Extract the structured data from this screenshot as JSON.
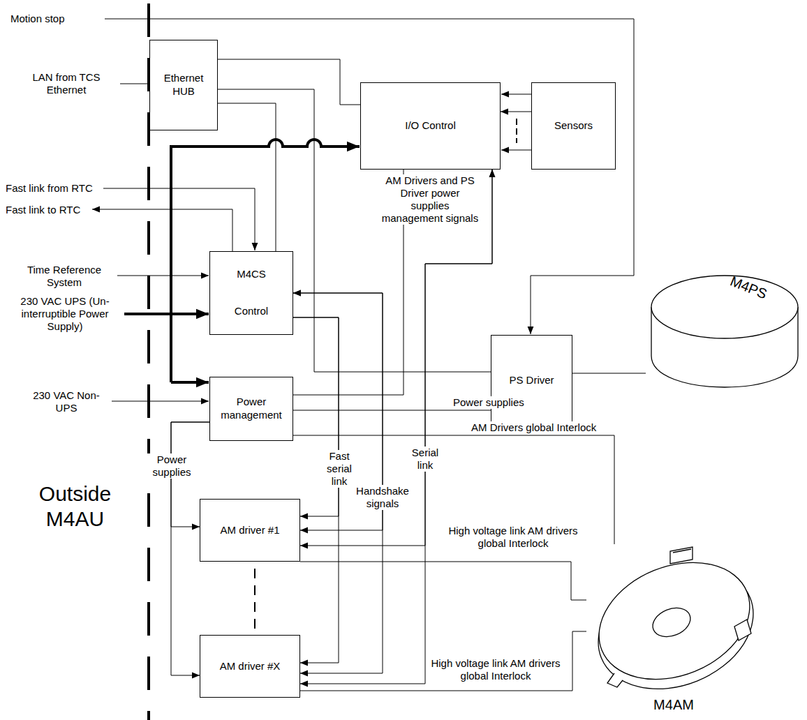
{
  "diagram": {
    "nodes": [
      {
        "text": [
          "Ethernet HUB"
        ]
      },
      {
        "text": [
          "I/O Control"
        ]
      },
      {
        "text": [
          "Sensors"
        ]
      },
      {
        "text": [
          "M4CS",
          "Control"
        ]
      },
      {
        "text": [
          "Power management"
        ]
      },
      {
        "text": [
          "PS Driver"
        ]
      },
      {
        "text": [
          "M4PS"
        ]
      },
      {
        "text": [
          "AM driver #1"
        ]
      },
      {
        "text": [
          "AM driver #X"
        ]
      },
      {
        "text": [
          "M4AM"
        ]
      }
    ],
    "edges": [
      {
        "from": 0,
        "to": 1,
        "arrow": "none"
      },
      {
        "from": 0,
        "to": 3,
        "arrow": "none"
      },
      {
        "from": 0,
        "to": 5,
        "arrow": "none"
      },
      {
        "from": 2,
        "to": 1,
        "arrow": "to"
      },
      {
        "from": 4,
        "to": 5,
        "label": "Power supplies",
        "arrow": "to"
      },
      {
        "from": 4,
        "to": 7,
        "label": "Power supplies",
        "arrow": "to"
      },
      {
        "from": 4,
        "to": 8,
        "arrow": "to"
      },
      {
        "from": 4,
        "to": 1,
        "label": "AM Drivers and PS Driver power supplies management signals",
        "arrow": "none"
      },
      {
        "from": 3,
        "to": 7,
        "label": "Fast serial link",
        "arrow": "to"
      },
      {
        "from": 3,
        "to": 8,
        "arrow": "to"
      },
      {
        "from": 3,
        "to": 7,
        "label": "Handshake signals",
        "arrow": "both"
      },
      {
        "from": 3,
        "to": 8,
        "arrow": "both"
      },
      {
        "from": 1,
        "to": 7,
        "label": "Serial link",
        "arrow": "both"
      },
      {
        "from": 1,
        "to": 8,
        "arrow": "both"
      },
      {
        "from": 4,
        "to": 9,
        "label": "AM Drivers global Interlock",
        "arrow": "none"
      },
      {
        "from": 7,
        "to": 9,
        "label": "High voltage link AM drivers global Interlock",
        "arrow": "none"
      },
      {
        "from": 8,
        "to": 9,
        "label": "High voltage link AM drivers global Interlock",
        "arrow": "none"
      },
      {
        "from": 5,
        "to": 6,
        "arrow": "none"
      }
    ],
    "labels": [
      "Motion stop",
      "LAN from TCS Ethernet",
      "Fast link from RTC",
      "Fast link to RTC",
      "Time Reference System",
      "230 VAC UPS (Un-interruptible Power Supply)",
      "230 VAC Non-UPS",
      "Outside M4AU"
    ]
  }
}
